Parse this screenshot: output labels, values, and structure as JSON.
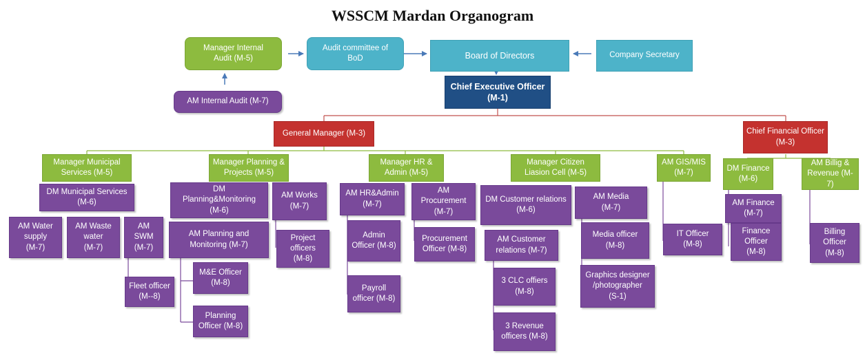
{
  "title": "WSSCM Mardan Organogram",
  "colors": {
    "green": "#8dbb3f",
    "teal": "#4db3c9",
    "purple": "#7a4a9b",
    "navy": "#204f85",
    "red": "#c4322f",
    "arrow": "#4a7ab8"
  },
  "top": {
    "manager_internal_audit": "Manager Internal\nAudit (M-5)",
    "audit_committee": "Audit committee of\nBoD",
    "board_of_directors": "Board of Directors",
    "company_secretary": "Company Secretary",
    "am_internal_audit": "AM Internal Audit (M-7)",
    "ceo": "Chief Executive Officer\n(M-1)"
  },
  "level2": {
    "general_manager": "General Manager  (M-3)",
    "cfo": "Chief Financial Officer\n(M-3)"
  },
  "municipal": {
    "manager": "Manager Municipal\nServices (M-5)",
    "dm": "DM Municipal Services\n(M-6)",
    "am_water": "AM Water\nsupply\n(M-7)",
    "am_waste": "AM  Waste\nwater\n(M-7)",
    "am_swm": "AM  SWM\n(M-7)",
    "fleet": "Fleet officer\n(M--8)"
  },
  "planning": {
    "manager": "Manager Planning &\nProjects  (M-5)",
    "dm": "DM\nPlanning&Monitoring\n(M-6)",
    "am_works": "AM Works\n(M-7)",
    "am_planning": "AM Planning and\nMonitoring (M-7)",
    "project_officers": "Project\nofficers\n(M-8)",
    "me_officer": "M&E Officer\n(M-8)",
    "planning_officer": "Planning\nOfficer  (M-8)"
  },
  "hr": {
    "manager": "Manager HR &\nAdmin  (M-5)",
    "am_hr": "AM  HR&Admin\n(M-7)",
    "am_procurement": "AM\nProcurement\n(M-7)",
    "admin_officer": "Admin\nOfficer (M-8)",
    "payroll_officer": "Payroll\nofficer (M-8)",
    "procurement_officer": "Procurement\nOfficer  (M-8)"
  },
  "citizen": {
    "manager": "Manager Citizen\nLiasion Cell  (M-5)",
    "dm_customer": "DM Customer relations\n(M-6)",
    "am_media": "AM Media\n(M-7)",
    "am_customer": "AM Customer\nrelations (M-7)",
    "media_officer": "Media officer\n(M-8)",
    "clc_officers": "3 CLC offiers\n(M-8)",
    "graphics": "Graphics designer\n/photographer\n(S-1)",
    "revenue_officers": "3 Revenue\nofficers (M-8)"
  },
  "gis": {
    "am_gis": "AM GIS/MIS\n(M-7)",
    "it_officer": "IT Officer\n(M-8)"
  },
  "finance": {
    "dm_finance": "DM Finance\n(M-6)",
    "am_finance": "AM Finance\n(M-7)",
    "finance_officer": "Finance\nOfficer\n(M-8)",
    "am_billing": "AM Billig &\nRevenue  (M-\n7)",
    "billing_officer": "Billing\nOfficer\n(M-8)"
  }
}
